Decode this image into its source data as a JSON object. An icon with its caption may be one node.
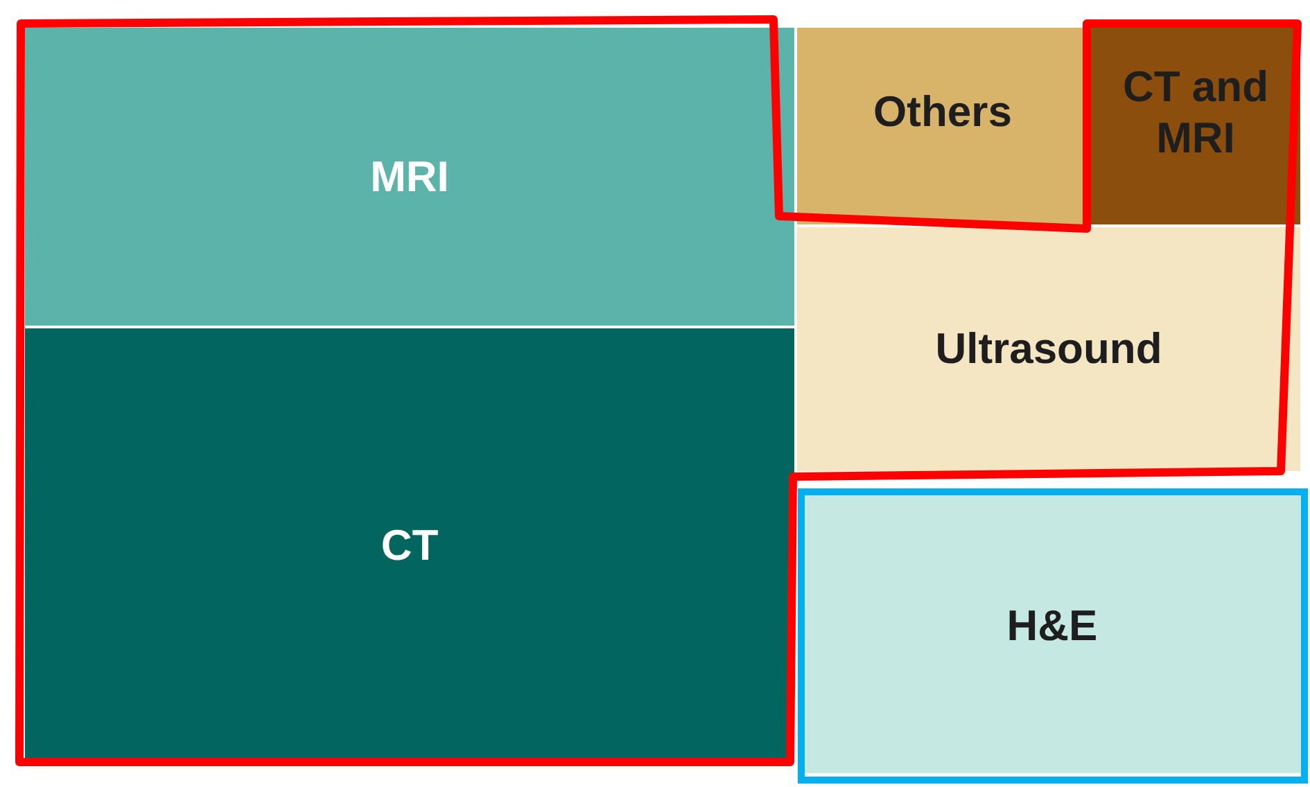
{
  "diagram": {
    "nodes": [
      {
        "text": [
          "MRI"
        ]
      },
      {
        "text": [
          "CT"
        ]
      },
      {
        "text": [
          "Others"
        ]
      },
      {
        "text": [
          "CT and MRI"
        ]
      },
      {
        "text": [
          "Ultrasound"
        ]
      },
      {
        "text": [
          "H&E"
        ]
      }
    ]
  }
}
